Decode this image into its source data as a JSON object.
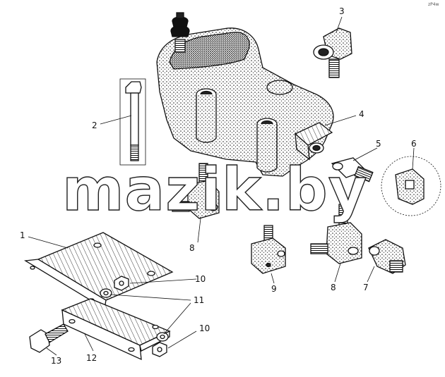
{
  "watermark": "mazik.by",
  "corner_mark": "zP4w",
  "callouts": {
    "c1": "1",
    "c2": "2",
    "c3": "3",
    "c4": "4",
    "c5": "5",
    "c6": "6",
    "c7": "7",
    "c8a": "8",
    "c8b": "8",
    "c9": "9",
    "c10a": "10",
    "c10b": "10",
    "c11": "11",
    "c12": "12",
    "c13": "13"
  }
}
